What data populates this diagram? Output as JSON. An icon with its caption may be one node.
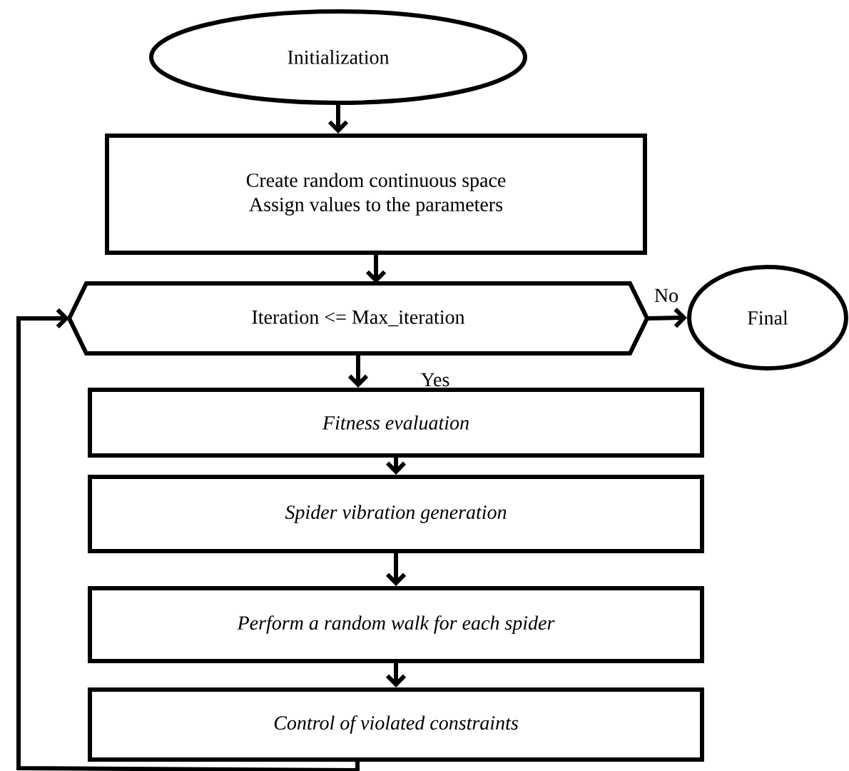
{
  "diagram": {
    "nodes": [
      {
        "text": [
          "Initialization"
        ]
      },
      {
        "text": [
          "Create random continuous space",
          "Assign values to the parameters"
        ]
      },
      {
        "text": [
          "Iteration <= Max_iteration"
        ]
      },
      {
        "text": [
          "Final"
        ]
      },
      {
        "text": [
          "Fitness evaluation"
        ]
      },
      {
        "text": [
          "Spider vibration generation"
        ]
      },
      {
        "text": [
          "Perform a random walk for each spider"
        ]
      },
      {
        "text": [
          "Control of violated constraints"
        ]
      }
    ],
    "edges": [
      {
        "from": 0,
        "to": 1,
        "arrow": "to"
      },
      {
        "from": 1,
        "to": 2,
        "arrow": "to"
      },
      {
        "from": 2,
        "to": 3,
        "arrow": "to",
        "label": "No"
      },
      {
        "from": 2,
        "to": 4,
        "arrow": "to",
        "label": "Yes"
      },
      {
        "from": 4,
        "to": 5,
        "arrow": "to"
      },
      {
        "from": 5,
        "to": 6,
        "arrow": "to"
      },
      {
        "from": 6,
        "to": 7,
        "arrow": "to"
      },
      {
        "from": 7,
        "to": 2,
        "arrow": "to"
      }
    ]
  }
}
